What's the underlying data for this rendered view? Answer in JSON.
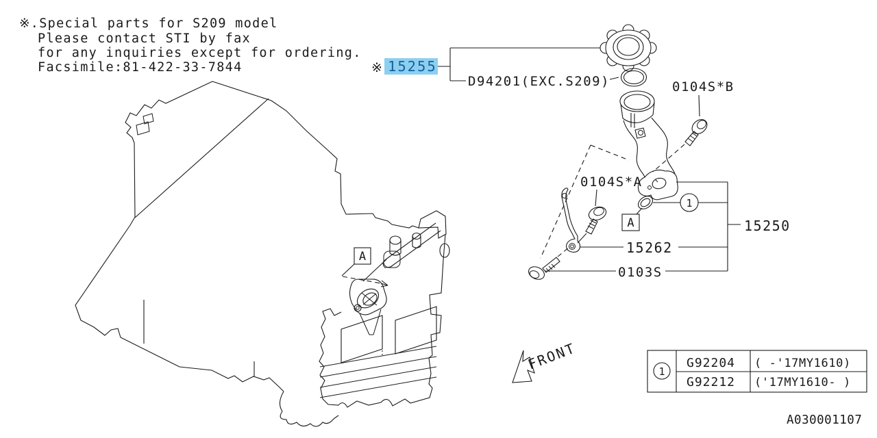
{
  "note": {
    "line1": "※.Special parts for S209 model",
    "line2": "Please contact STI by fax",
    "line3": "for any inquiries except for ordering.",
    "line4": "Facsimile:81-422-33-7844"
  },
  "callouts": {
    "ref_mark": "※",
    "view_label": "A",
    "circle_label": "1"
  },
  "parts": {
    "p15255": "15255",
    "d94201": "D94201(EXC.S209)",
    "s0104b": "0104S*B",
    "s0104a": "0104S*A",
    "p15250": "15250",
    "p15262": "15262",
    "s0103": "0103S"
  },
  "front_label": "FRONT",
  "table": {
    "callout": "1",
    "rows": [
      {
        "part_no": "G92204",
        "applicability": "(  -'17MY1610)"
      },
      {
        "part_no": "G92212",
        "applicability": "('17MY1610-  )"
      }
    ]
  },
  "footer": {
    "diagram_code": "A030001107"
  },
  "colors": {
    "highlight_bg": "#8dcfef",
    "highlight_text": "#15619f",
    "line_color": "#1a1a1a"
  }
}
